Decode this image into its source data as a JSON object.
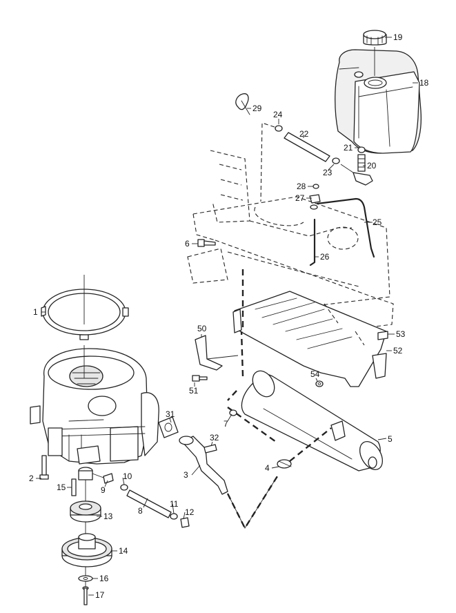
{
  "diagram": {
    "callouts": {
      "c1": "1",
      "c2": "2",
      "c3": "3",
      "c4": "4",
      "c5": "5",
      "c6": "6",
      "c7": "7",
      "c8": "8",
      "c9": "9",
      "c10": "10",
      "c11": "11",
      "c12": "12",
      "c13": "13",
      "c14": "14",
      "c15": "15",
      "c16": "16",
      "c17": "17",
      "c18": "18",
      "c19": "19",
      "c20": "20",
      "c21": "21",
      "c22": "22",
      "c23": "23",
      "c24": "24",
      "c25": "25",
      "c26": "26",
      "c27": "27",
      "c28": "28",
      "c29": "29",
      "c31": "31",
      "c32": "32",
      "c50": "50",
      "c51": "51",
      "c52": "52",
      "c53": "53",
      "c54": "54"
    }
  }
}
